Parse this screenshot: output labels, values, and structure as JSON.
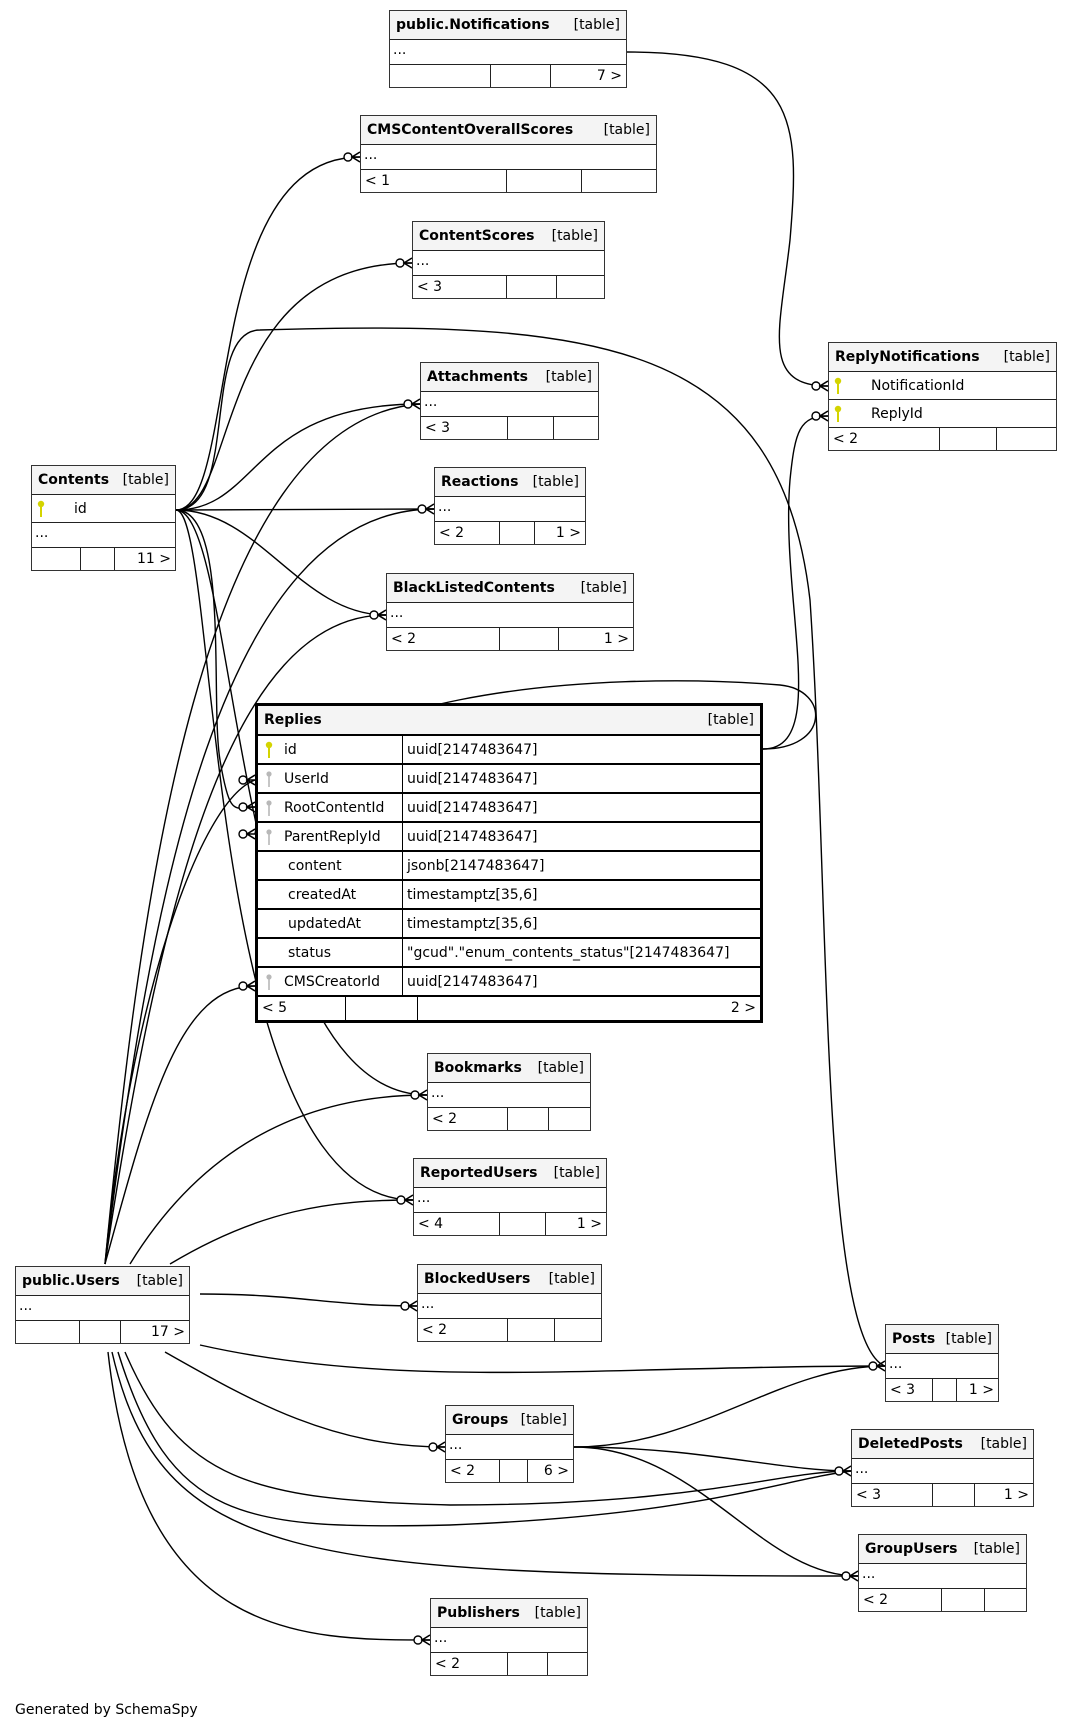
{
  "diagram": {
    "generator_text": "Generated by SchemaSpy",
    "type_label": "[table]",
    "ellipsis": "...",
    "key_colors": {
      "primary": "#d4d400",
      "foreign": "#b8b8b8"
    },
    "tables": {
      "notifications": {
        "name": "public.Notifications",
        "footer": [
          "",
          "",
          "7 >"
        ]
      },
      "cms_overall": {
        "name": "CMSContentOverallScores",
        "footer": [
          "< 1",
          "",
          ""
        ]
      },
      "content_scores": {
        "name": "ContentScores",
        "footer": [
          "< 3",
          "",
          ""
        ]
      },
      "reply_notifications": {
        "name": "ReplyNotifications",
        "columns": [
          {
            "name": "NotificationId",
            "key": "primary"
          },
          {
            "name": "ReplyId",
            "key": "primary"
          }
        ],
        "footer": [
          "< 2",
          "",
          ""
        ]
      },
      "attachments": {
        "name": "Attachments",
        "footer": [
          "< 3",
          "",
          ""
        ]
      },
      "contents": {
        "name": "Contents",
        "columns": [
          {
            "name": "id",
            "key": "primary"
          }
        ],
        "footer": [
          "",
          "",
          "11 >"
        ]
      },
      "reactions": {
        "name": "Reactions",
        "footer": [
          "< 2",
          "",
          "1 >"
        ]
      },
      "blacklisted": {
        "name": "BlackListedContents",
        "footer": [
          "< 2",
          "",
          "1 >"
        ]
      },
      "replies": {
        "name": "Replies",
        "columns": [
          {
            "name": "id",
            "type": "uuid[2147483647]",
            "key": "primary"
          },
          {
            "name": "UserId",
            "type": "uuid[2147483647]",
            "key": "foreign"
          },
          {
            "name": "RootContentId",
            "type": "uuid[2147483647]",
            "key": "foreign"
          },
          {
            "name": "ParentReplyId",
            "type": "uuid[2147483647]",
            "key": "foreign"
          },
          {
            "name": "content",
            "type": "jsonb[2147483647]",
            "key": ""
          },
          {
            "name": "createdAt",
            "type": "timestamptz[35,6]",
            "key": ""
          },
          {
            "name": "updatedAt",
            "type": "timestamptz[35,6]",
            "key": ""
          },
          {
            "name": "status",
            "type": "\"gcud\".\"enum_contents_status\"[2147483647]",
            "key": ""
          },
          {
            "name": "CMSCreatorId",
            "type": "uuid[2147483647]",
            "key": "foreign"
          }
        ],
        "footer": [
          "< 5",
          "",
          "2 >"
        ]
      },
      "bookmarks": {
        "name": "Bookmarks",
        "footer": [
          "< 2",
          "",
          ""
        ]
      },
      "reported_users": {
        "name": "ReportedUsers",
        "footer": [
          "< 4",
          "",
          "1 >"
        ]
      },
      "users": {
        "name": "public.Users",
        "footer": [
          "",
          "",
          "17 >"
        ]
      },
      "blocked_users": {
        "name": "BlockedUsers",
        "footer": [
          "< 2",
          "",
          ""
        ]
      },
      "posts": {
        "name": "Posts",
        "footer": [
          "< 3",
          "",
          "1 >"
        ]
      },
      "groups": {
        "name": "Groups",
        "footer": [
          "< 2",
          "",
          "6 >"
        ]
      },
      "deleted_posts": {
        "name": "DeletedPosts",
        "footer": [
          "< 3",
          "",
          "1 >"
        ]
      },
      "group_users": {
        "name": "GroupUsers",
        "footer": [
          "< 2",
          "",
          ""
        ]
      },
      "publishers": {
        "name": "Publishers",
        "footer": [
          "< 2",
          "",
          ""
        ]
      }
    },
    "relationships": [
      {
        "from": "notifications",
        "to": "reply_notifications",
        "to_column": "NotificationId"
      },
      {
        "from": "replies",
        "to": "reply_notifications",
        "to_column": "ReplyId"
      },
      {
        "from": "contents",
        "to": "cms_overall"
      },
      {
        "from": "contents",
        "to": "content_scores"
      },
      {
        "from": "contents",
        "to": "attachments"
      },
      {
        "from": "contents",
        "to": "reactions"
      },
      {
        "from": "contents",
        "to": "blacklisted"
      },
      {
        "from": "contents",
        "to": "replies",
        "to_column": "RootContentId"
      },
      {
        "from": "contents",
        "to": "bookmarks"
      },
      {
        "from": "contents",
        "to": "reported_users"
      },
      {
        "from": "contents",
        "to": "posts"
      },
      {
        "from": "replies",
        "to": "replies",
        "to_column": "ParentReplyId"
      },
      {
        "from": "users",
        "to": "replies",
        "to_column": "UserId"
      },
      {
        "from": "users",
        "to": "replies",
        "to_column": "CMSCreatorId"
      },
      {
        "from": "users",
        "to": "attachments"
      },
      {
        "from": "users",
        "to": "reactions"
      },
      {
        "from": "users",
        "to": "blacklisted"
      },
      {
        "from": "users",
        "to": "bookmarks"
      },
      {
        "from": "users",
        "to": "reported_users"
      },
      {
        "from": "users",
        "to": "blocked_users"
      },
      {
        "from": "users",
        "to": "posts"
      },
      {
        "from": "users",
        "to": "groups"
      },
      {
        "from": "users",
        "to": "deleted_posts"
      },
      {
        "from": "users",
        "to": "group_users"
      },
      {
        "from": "users",
        "to": "publishers"
      },
      {
        "from": "groups",
        "to": "posts"
      },
      {
        "from": "groups",
        "to": "deleted_posts"
      },
      {
        "from": "groups",
        "to": "group_users"
      }
    ]
  }
}
